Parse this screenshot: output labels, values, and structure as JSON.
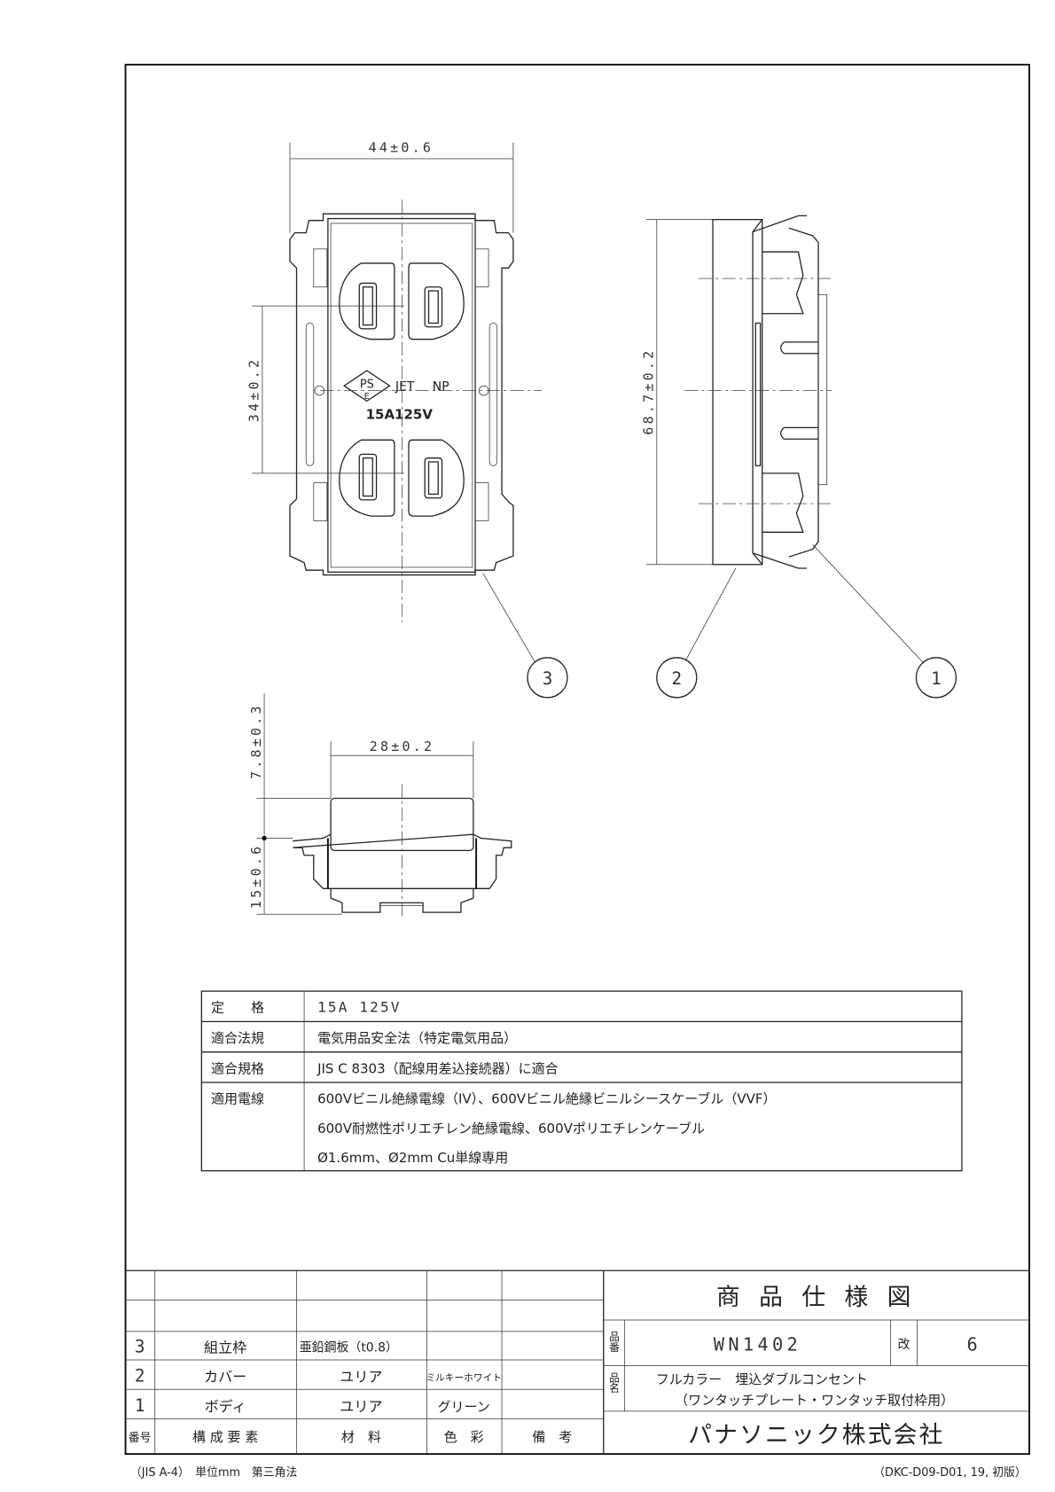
{
  "drawing": {
    "dimensions": {
      "width_front": "44±0.6",
      "pitch": "34±0.2",
      "height_side": "68.7±0.2",
      "width_bottom": "28±0.2",
      "top_height": "7.8±0.3",
      "depth": "15±0.6"
    },
    "face_marks": {
      "pse_top": "PS",
      "pse_bottom": "E",
      "jet": "JET",
      "np": "NP",
      "rating": "15A125V"
    },
    "balloons": [
      "1",
      "2",
      "3"
    ]
  },
  "spec_table": [
    {
      "label": "定　　格",
      "values": [
        "15A 125V"
      ]
    },
    {
      "label": "適合法規",
      "values": [
        "電気用品安全法（特定電気用品）"
      ]
    },
    {
      "label": "適合規格",
      "values": [
        "JIS C 8303（配線用差込接続器）に適合"
      ]
    },
    {
      "label": "適用電線",
      "values": [
        "600Vビニル絶縁電線（IV）、600Vビニル絶縁ビニルシースケーブル（VVF）",
        "600V耐燃性ポリエチレン絶縁電線、600Vポリエチレンケーブル",
        "Ø1.6mm、Ø2mm Cu単線専用"
      ]
    }
  ],
  "parts_list": {
    "headers": [
      "番号",
      "構 成 要 素",
      "材　料",
      "色　彩",
      "備　考"
    ],
    "rows": [
      {
        "no": "3",
        "part": "組立枠",
        "material": "亜鉛鋼板（t0.8）",
        "color": "",
        "note": ""
      },
      {
        "no": "2",
        "part": "カバー",
        "material": "ユリア",
        "color": "ミルキーホワイト",
        "note": ""
      },
      {
        "no": "1",
        "part": "ボディ",
        "material": "ユリア",
        "color": "グリーン",
        "note": ""
      }
    ]
  },
  "title_block": {
    "title": "商 品 仕 様 図",
    "part_no_label": "品番",
    "part_no": "WN1402",
    "rev_label": "改",
    "rev": "6",
    "name_label": "品名",
    "name_line1": "フルカラー　埋込ダブルコンセント",
    "name_line2": "（ワンタッチプレート・ワンタッチ取付枠用）",
    "company": "パナソニック株式会社"
  },
  "footer": {
    "left": "（JIS A-4）　単位mm　第三角法",
    "right": "（DKC-D09-D01, 19, 初版）"
  }
}
